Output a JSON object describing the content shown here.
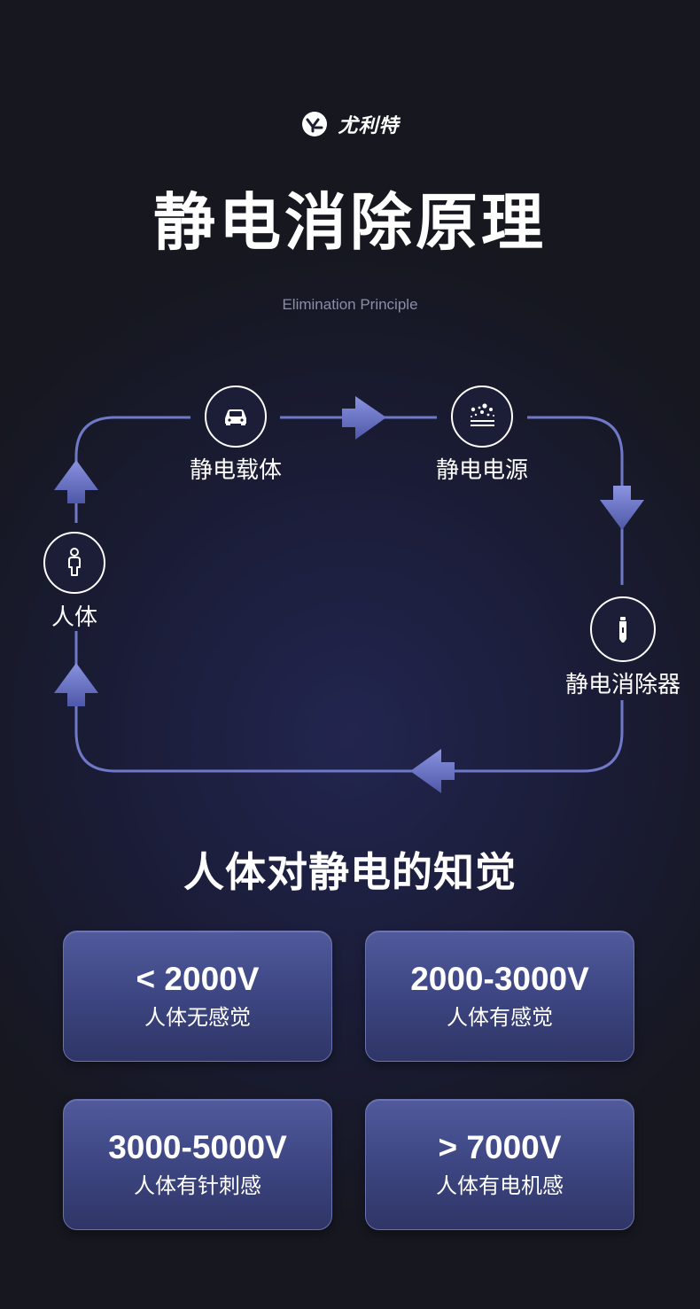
{
  "brand": {
    "name": "尤利特",
    "logo_icon": "brand-logo-icon"
  },
  "header": {
    "title": "静电消除原理",
    "subtitle": "Elimination Principle"
  },
  "cycle": {
    "line_color": "#6f79c7",
    "nodes": [
      {
        "id": "carrier",
        "label": "静电载体",
        "icon": "car-icon"
      },
      {
        "id": "source",
        "label": "静电电源",
        "icon": "particles-icon"
      },
      {
        "id": "eliminator",
        "label": "静电消除器",
        "icon": "ion-pen-icon"
      },
      {
        "id": "human",
        "label": "人体",
        "icon": "person-icon"
      }
    ]
  },
  "perception": {
    "title": "人体对静电的知觉",
    "cards": [
      {
        "voltage": "< 2000V",
        "description": "人体无感觉"
      },
      {
        "voltage": "2000-3000V",
        "description": "人体有感觉"
      },
      {
        "voltage": "3000-5000V",
        "description": "人体有针刺感"
      },
      {
        "voltage": "> 7000V",
        "description": "人体有电机感"
      }
    ]
  }
}
